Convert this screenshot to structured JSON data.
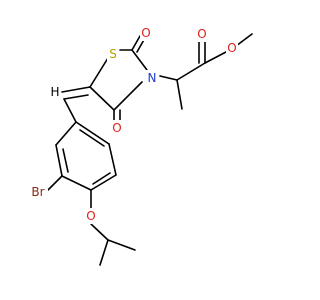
{
  "molecule": {
    "atoms": [
      {
        "id": "S1",
        "label": "S",
        "color": "#b5a000"
      },
      {
        "id": "N1",
        "label": "N",
        "color": "#1f3ccf"
      },
      {
        "id": "O1",
        "label": "O",
        "color": "#e0201a"
      },
      {
        "id": "O2",
        "label": "O",
        "color": "#e0201a"
      },
      {
        "id": "O3",
        "label": "O",
        "color": "#e0201a"
      },
      {
        "id": "O4",
        "label": "O",
        "color": "#e0201a"
      },
      {
        "id": "O5",
        "label": "O",
        "color": "#e0201a"
      },
      {
        "id": "H1",
        "label": "H",
        "color": "#000000"
      },
      {
        "id": "Br1",
        "label": "Br",
        "color": "#8b2a12"
      }
    ]
  }
}
